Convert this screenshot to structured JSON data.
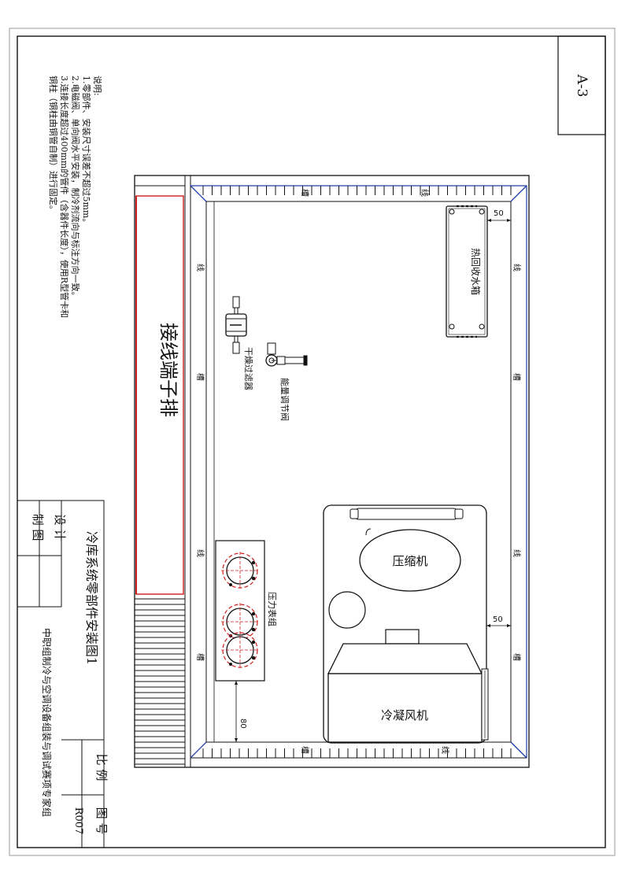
{
  "sheet": {
    "code": "A-3"
  },
  "notes": {
    "heading": "说明:",
    "items": [
      "1.零部件、安装尺寸误差不超过5mm。",
      "2.电磁阀、单向阀水平安装，制冷剂流向与标注方向一致。",
      "3.连接长度超过400mm的管件（含器件长度），使用R型管卡和",
      "铜柱（铜柱由铜管自制）进行固定。"
    ]
  },
  "title_block": {
    "design_label": "设  计",
    "drafter_label": "制  图",
    "drawing_title": "冷库系统零部件安装图1",
    "scale_label": "比  例",
    "drawing_no_label": "图  号",
    "drawing_no": "R007",
    "organization": "中职组制冷与空调设备组装与调试赛项专家组"
  },
  "board": {
    "terminal_strip": "接线端子排",
    "trough_char_1": "槽",
    "trough_char_2": "线",
    "heat_recovery_tank": "热回收水箱",
    "dryer_filter": "干燥过滤器",
    "capacity_valve": "能量调节阀",
    "pressure_gauge_group": "压力表组",
    "compressor": "压缩机",
    "condenser_fan": "冷凝风机",
    "dim_tank_gap": "50",
    "dim_condenser_gap": "50",
    "dim_gauge_gap": "80"
  }
}
